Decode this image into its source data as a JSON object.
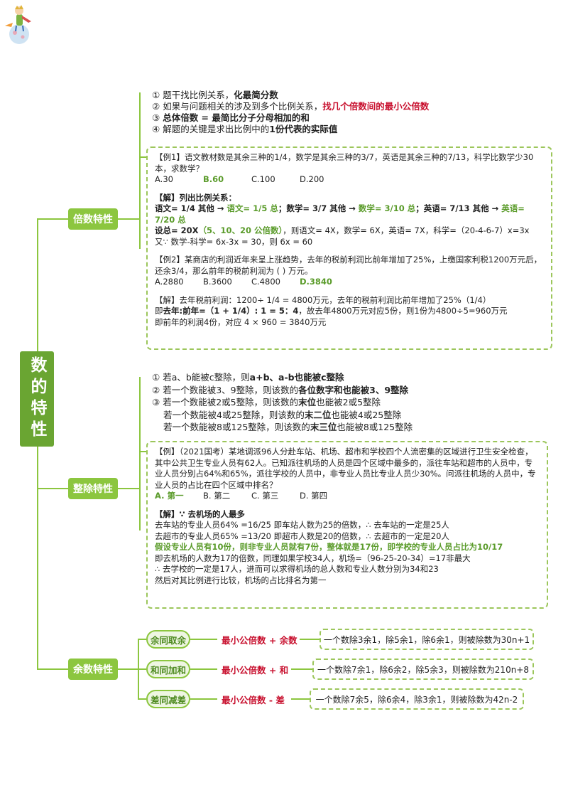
{
  "root": {
    "title": "数的特性"
  },
  "multiple": {
    "label": "倍数特性",
    "points": {
      "p1": {
        "num": "①",
        "t1": "题干找比例关系，",
        "b1": "化最简分数"
      },
      "p2": {
        "num": "②",
        "t1": "如果与问题相关的涉及到多个比例关系，",
        "r1": "找几个倍数间的最小公倍数"
      },
      "p3": {
        "num": "③",
        "b1": "总体倍数 = 最简比分子分母相加的和"
      },
      "p4": {
        "num": "④",
        "t1": "解题的关键是求出比例中的",
        "b1": "1份代表的实际值"
      }
    },
    "ex1": {
      "q1": "【例1】语文教材数是其余三种的1/4，数学是其余三种的3/7，英语是其余三种的7/13，科学比数学少30本，求数学？",
      "a": "A.30",
      "b": "B.60",
      "c": "C.100",
      "d": "D.200",
      "s_head": "【解】列出比例关系：",
      "s1a": "语文= 1/4 其他 → ",
      "s1b": "语文= 1/5 总",
      "s1c": "；数学= 3/7 其他 → ",
      "s1d": "数学= 3/10 总",
      "s1e": "；英语= 7/13 其他 → ",
      "s1f": "英语= 7/20 总",
      "s2a": "设总= 20X",
      "s2b": "（5、10、20 公倍数）",
      "s2c": "，则语文= 4X，数学= 6X，英语= 7X，科学=（20-4-6-7）x=3x",
      "s3": "又∵ 数学-科学= 6x-3x = 30，则 6x = 60"
    },
    "ex2": {
      "q1": "【例2】某商店的利润近年来呈上涨趋势，去年的税前利润比前年增加了25%，上缴国家利税1200万元后，还余3/4，那么前年的税前利润为 ( ) 万元。",
      "a": "A.2880",
      "b": "B.3600",
      "c": "C.4800",
      "d": "D.3840",
      "s1": "【解】去年税前利润：1200÷ 1/4 = 4800万元，去年的税前利润比前年增加了25%（1/4）",
      "s2a": "即",
      "s2b": "去年:前年=（1 + 1/4）: 1 = 5：4",
      "s2c": "，故去年4800万元对应5份，则1份为4800÷5=960万元",
      "s3": "即前年的利润4份，对应 4 × 960 = 3840万元"
    }
  },
  "divisible": {
    "label": "整除特性",
    "points": {
      "p1": {
        "num": "①",
        "t1": "若a、b能被c整除，则",
        "b1": "a+b、a-b也能被c整除"
      },
      "p2": {
        "num": "②",
        "t1": "若一个数能被3、9整除，则该数的",
        "b1": "各位数字和也能被3、9整除"
      },
      "p3": {
        "num": "③",
        "t1": "若一个数能被2或5整除，则该数的",
        "b1": "末位",
        "t2": "也能被2或5整除"
      },
      "p4": {
        "t1": "若一个数能被4或25整除，则该数的",
        "b1": "末二位",
        "t2": "也能被4或25整除"
      },
      "p5": {
        "t1": "若一个数能被8或125整除，则该数的",
        "b1": "末三位",
        "t2": "也能被8或125整除"
      }
    },
    "ex": {
      "q1": "【例】（2021国考）某地调派96人分赴车站、机场、超市和学校四个人流密集的区域进行卫生安全检查，其中公共卫生专业人员有62人。已知派往机场的人员是四个区域中最多的，派往车站和超市的人员中，专业人员分别占64%和65%，派往学校的人员中，非专业人员比专业人员少30%。问派往机场的人员中，专业人员的占比在四个区域中排名？",
      "a": "A. 第一",
      "b": "B. 第二",
      "c": "C. 第三",
      "d": "D. 第四",
      "s_head": "【解】∵ 去机场的人最多",
      "s1": "去车站的专业人员64% =16/25  即车站人数为25的倍数，∴ 去车站的一定是25人",
      "s2": "去超市的专业人员65% =13/20  即超市人数是20的倍数，∴ 去超市的一定是20人",
      "s3": "假设专业人员有10份，则非专业人员就有7份，整体就是17份，即学校的专业人员占比为10/17",
      "s4": "即去机场的人数为17的倍数，同理如果学校34人，机场=（96-25-20-34）=17非最大",
      "s5": "∴ 去学校的一定是17人，进而可以求得机场的总人数和专业人数分别为34和23",
      "s6": "然后对其比例进行比较，机场的占比排名为第一"
    }
  },
  "remainder": {
    "label": "余数特性",
    "rows": [
      {
        "tag": "余同取余",
        "formula": "最小公倍数 + 余数",
        "example": "一个数除3余1，除5余1，除6余1，则被除数为30n+1"
      },
      {
        "tag": "和同加和",
        "formula": "最小公倍数 + 和",
        "example": "一个数除7余1，除6余2，除5余3，则被除数为210n+8"
      },
      {
        "tag": "差同减差",
        "formula": "最小公倍数 - 差",
        "example": "一个数除7余5，除6余4，除3余1，则被除数为42n-2"
      }
    ]
  }
}
